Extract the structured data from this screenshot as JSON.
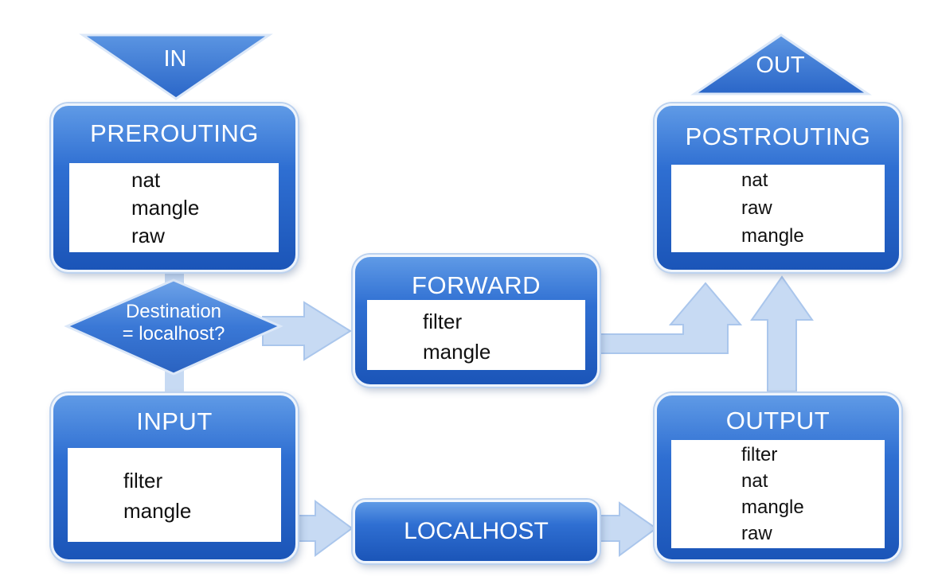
{
  "entry": {
    "label": "IN"
  },
  "exit": {
    "label": "OUT"
  },
  "decision": {
    "line1": "Destination",
    "line2": "= localhost?"
  },
  "chains": {
    "prerouting": {
      "title": "PREROUTING",
      "tables": [
        "nat",
        "mangle",
        "raw"
      ]
    },
    "forward": {
      "title": "FORWARD",
      "tables": [
        "filter",
        "mangle"
      ]
    },
    "postrouting": {
      "title": "POSTROUTING",
      "tables": [
        "nat",
        "raw",
        "mangle"
      ]
    },
    "input": {
      "title": "INPUT",
      "tables": [
        "filter",
        "mangle"
      ]
    },
    "output": {
      "title": "OUTPUT",
      "tables": [
        "filter",
        "nat",
        "mangle",
        "raw"
      ]
    }
  },
  "localhost": {
    "label": "LOCALHOST"
  },
  "colors": {
    "box_blue": "#2f6fd2",
    "arrow_fill": "#c7daf3",
    "arrow_stroke": "#aac6ec",
    "text_white": "#ffffff"
  }
}
